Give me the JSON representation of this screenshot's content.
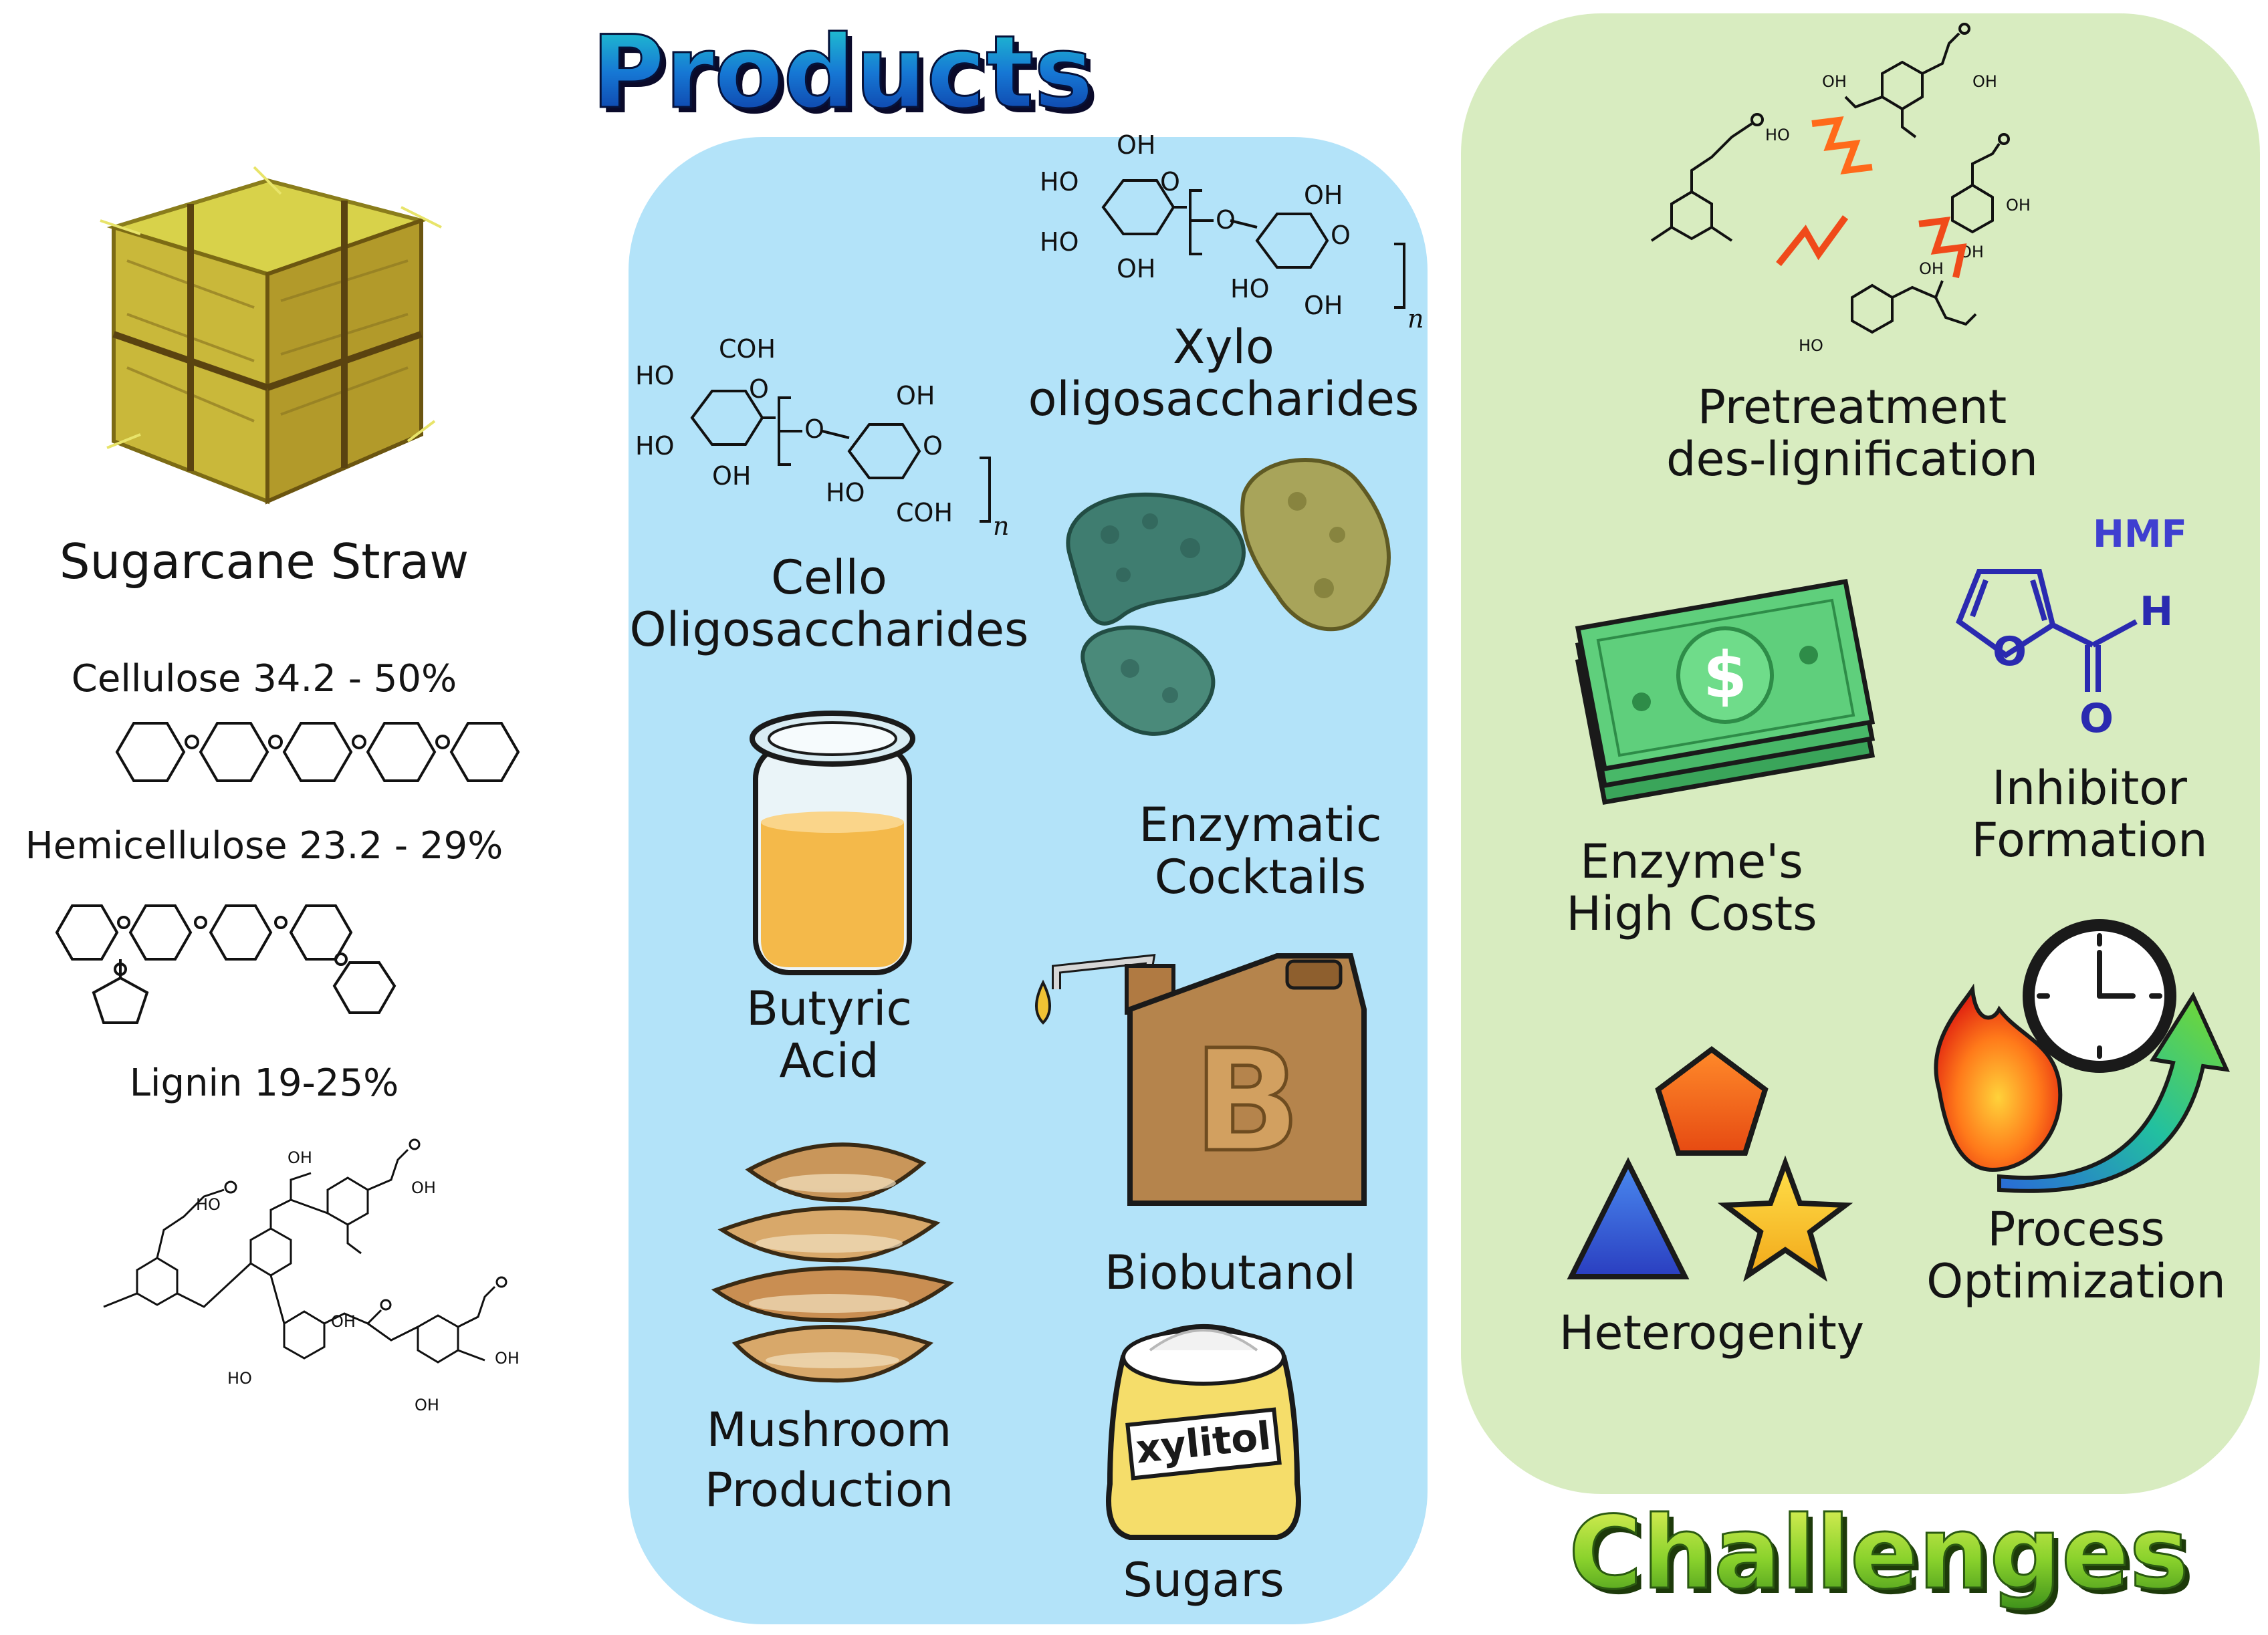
{
  "left": {
    "title": "Sugarcane Straw",
    "components": [
      {
        "label": "Cellulose 34.2 - 50%"
      },
      {
        "label": "Hemicellulose 23.2 - 29%"
      },
      {
        "label": "Lignin 19-25%"
      }
    ]
  },
  "products": {
    "heading": "Products",
    "color": "#b3e3f9",
    "items": {
      "xylo": {
        "line1": "Xylo",
        "line2": "oligosaccharides"
      },
      "cello": {
        "line1": "Cello",
        "line2": "Oligosaccharides"
      },
      "enzymatic": {
        "line1": "Enzymatic",
        "line2": "Cocktails"
      },
      "butyric": {
        "line1": "Butyric",
        "line2": "Acid"
      },
      "biobutanol": {
        "line1": "Biobutanol",
        "can_letter": "B"
      },
      "mushroom": {
        "line1": "Mushroom",
        "line2": "Production"
      },
      "sugars": {
        "line1": "Sugars",
        "bag_label": "xylitol"
      }
    }
  },
  "challenges": {
    "heading": "Challenges",
    "color": "#d8ecc0",
    "items": {
      "pretreatment": {
        "line1": "Pretreatment",
        "line2": "des-lignification"
      },
      "enzyme_costs": {
        "line1": "Enzyme's",
        "line2": "High Costs",
        "symbol": "$"
      },
      "inhibitor": {
        "line1": "Inhibitor",
        "line2": "Formation",
        "molecule_tag": "HMF",
        "atom_o": "O",
        "atom_h": "H"
      },
      "heterogenity": {
        "line1": "Heterogenity"
      },
      "process": {
        "line1": "Process",
        "line2": "Optimization"
      }
    }
  },
  "chem": {
    "OH": "OH",
    "HO": "HO",
    "O": "O",
    "COH": "COH",
    "n": "n"
  }
}
